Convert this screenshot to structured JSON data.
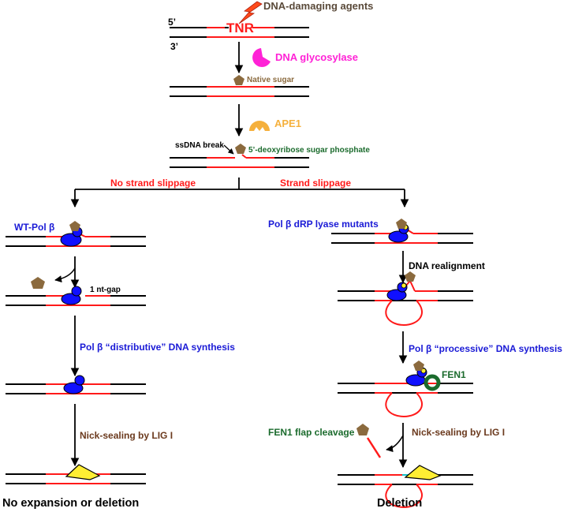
{
  "colors": {
    "red": "#ff1a1a",
    "black": "#000000",
    "pink": "#ff22d6",
    "orange": "#f5b03c",
    "brown_sugar": "#8b6a3e",
    "brown_text": "#6b3a1e",
    "green": "#1b6b2d",
    "blue": "#1a1ad6",
    "polb_blue": "#1010ff",
    "yellow": "#ffee33"
  },
  "top": {
    "damage_label": "DNA-damaging agents",
    "five_prime": "5’",
    "three_prime": "3’",
    "tnr": "TNR",
    "glycosylase": "DNA glycosylase",
    "native_sugar": "Native sugar",
    "ape1": "APE1",
    "ssdna_break": "ssDNA break",
    "deoxyribose": "5’-deoxyribose sugar phosphate"
  },
  "branches": {
    "left": "No strand slippage",
    "right": "Strand slippage"
  },
  "left": {
    "wt_pol": "WT-Pol β",
    "gap": "1 nt-gap",
    "synthesis": "Pol β “distributive” DNA synthesis",
    "ligation": "Nick-sealing by LIG I",
    "outcome": "No expansion or deletion"
  },
  "right": {
    "mutants": "Pol β dRP lyase mutants",
    "realignment": "DNA realignment",
    "synthesis": "Pol β “processive” DNA synthesis",
    "fen1": "FEN1",
    "flap": "FEN1 flap cleavage",
    "ligation": "Nick-sealing by LIG I",
    "outcome": "Deletion"
  }
}
